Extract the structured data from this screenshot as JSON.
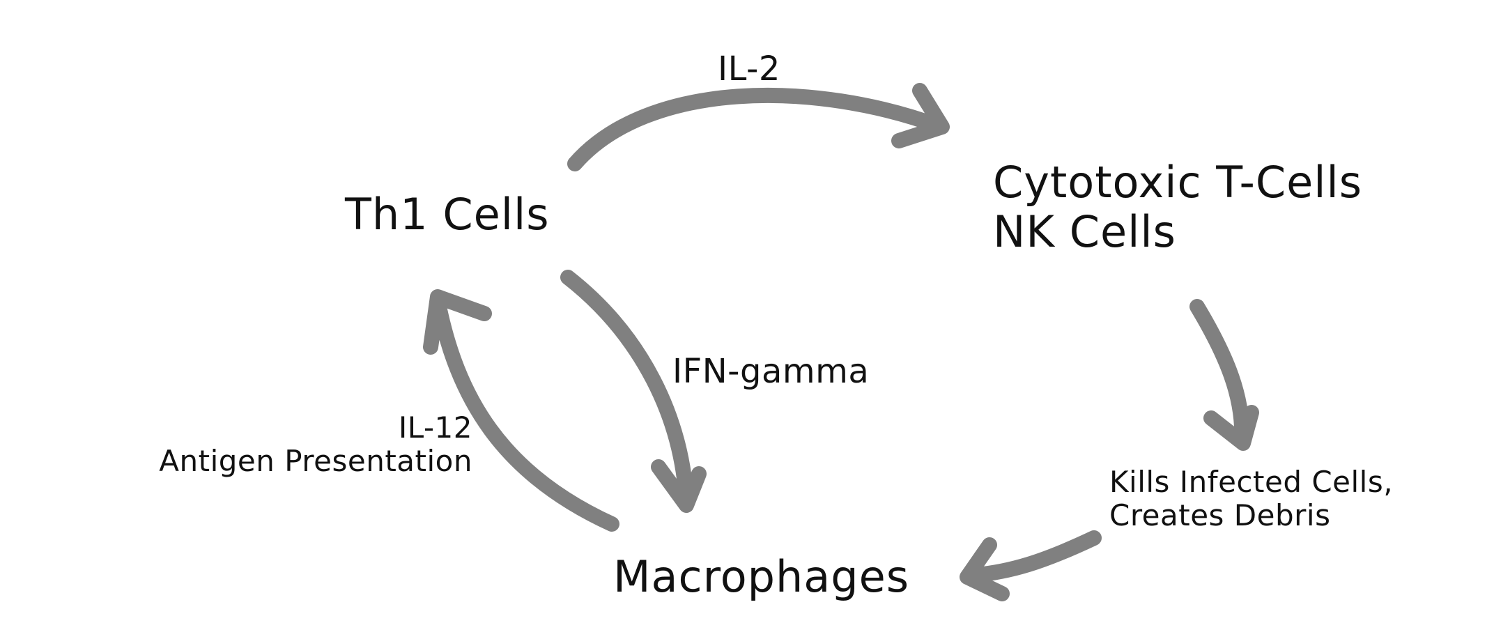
{
  "nodes": {
    "th1": "Th1 Cells",
    "cytotoxic": [
      "Cytotoxic T-Cells",
      "NK Cells"
    ],
    "macrophages": "Macrophages",
    "kills": [
      "Kills Infected Cells,",
      "Creates Debris"
    ]
  },
  "edges": {
    "il2": "IL-2",
    "ifn": "IFN-gamma",
    "il12": [
      "IL-12",
      "Antigen Presentation"
    ]
  },
  "colors": {
    "arrow": "#808080",
    "text": "#111111",
    "background": "#ffffff"
  }
}
